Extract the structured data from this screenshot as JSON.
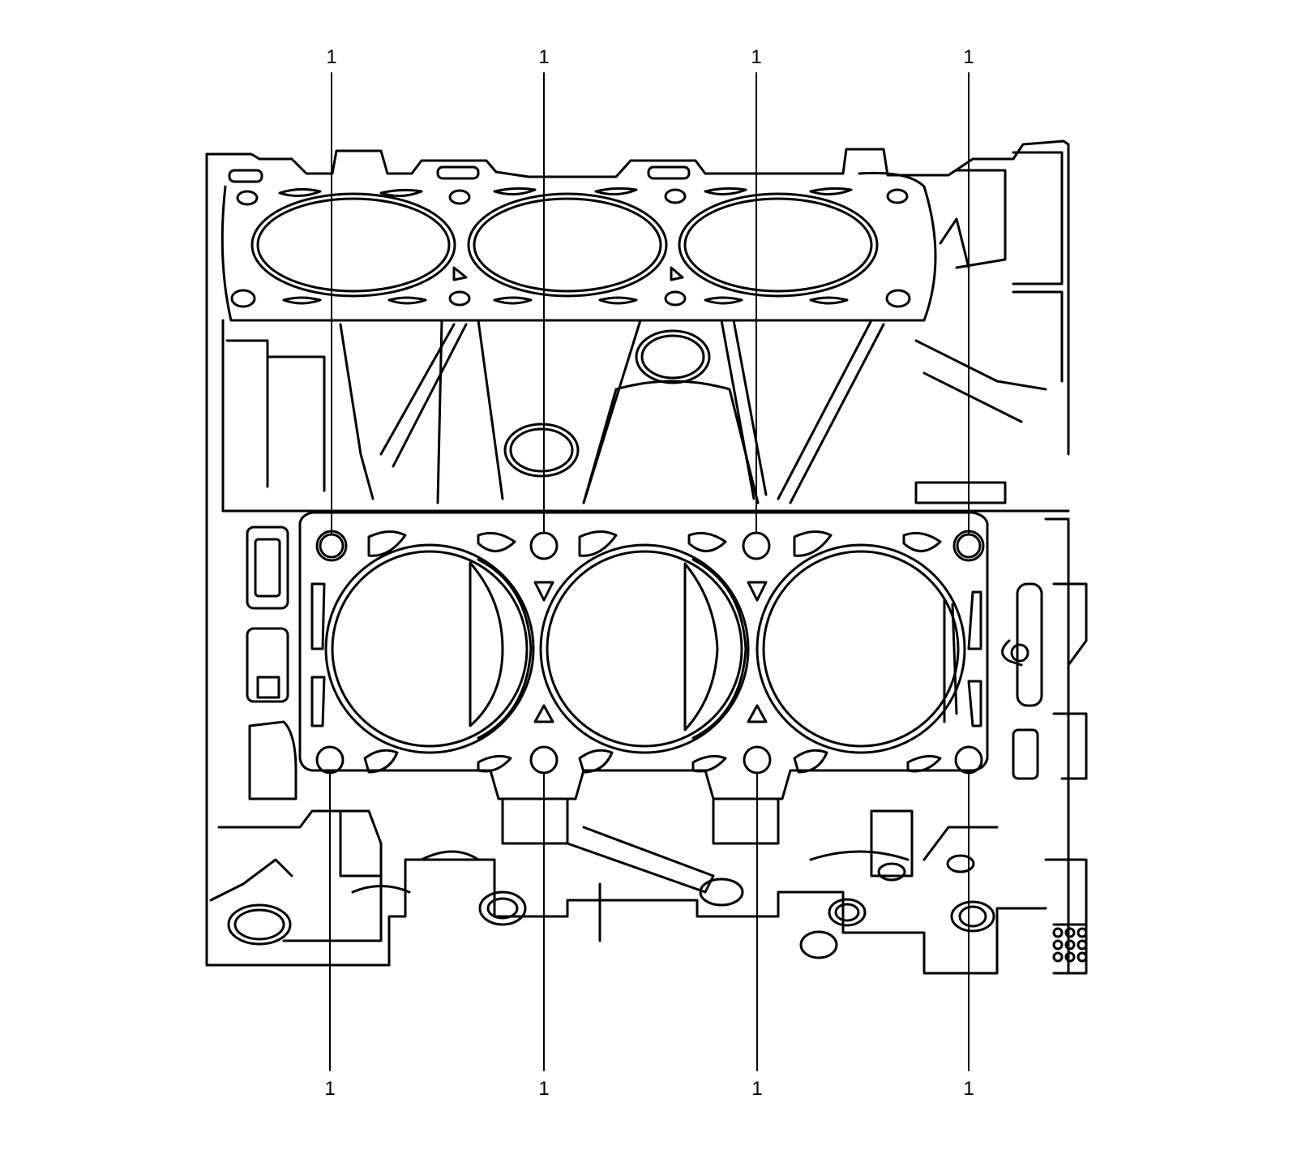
{
  "callouts": {
    "top": [
      "1",
      "1",
      "1",
      "1"
    ],
    "bottom": [
      "1",
      "1",
      "1",
      "1"
    ]
  },
  "colors": {
    "line": "#000000",
    "background": "#ffffff"
  }
}
